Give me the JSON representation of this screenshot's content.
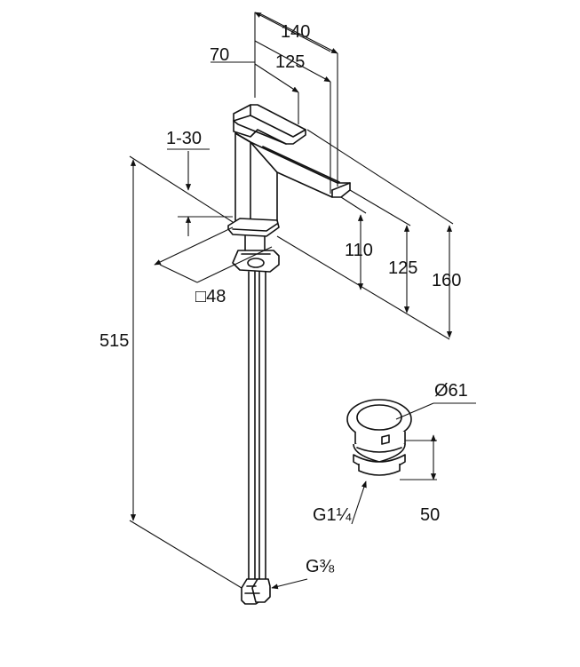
{
  "dimensions": {
    "width_140": "140",
    "reach_125": "125",
    "lever_70": "70",
    "deck_range": "1-30",
    "total_height": "515",
    "body_square": "□48",
    "spout_height_110": "110",
    "height_125": "125",
    "height_160": "160",
    "drain_diameter": "Ø61",
    "drain_height": "50",
    "drain_thread": "G1¼",
    "hose_thread": "G⅜"
  },
  "icons": {
    "faucet": "basin-faucet-drawing",
    "drain": "pop-up-waste-drawing"
  }
}
